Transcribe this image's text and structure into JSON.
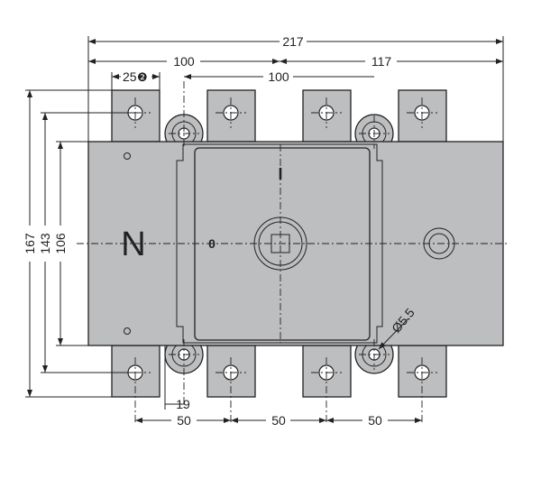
{
  "drawing": {
    "pole_label": "N",
    "on_label": "I",
    "off_label": "0",
    "hole_diameter_label": "Ø5.5",
    "note_marker": "❷",
    "dimensions": {
      "overall_width": "217",
      "left_to_center": "100",
      "center_to_right": "117",
      "mounting_hole_spacing": "100",
      "terminal_width": "25",
      "overall_height": "167",
      "terminal_hole_spacing_vertical": "143",
      "body_height": "106",
      "lug_offset": "19",
      "pole_pitch_1": "50",
      "pole_pitch_2": "50",
      "pole_pitch_3": "50"
    }
  },
  "colors": {
    "body": "#bdbec0",
    "line": "#222222"
  }
}
